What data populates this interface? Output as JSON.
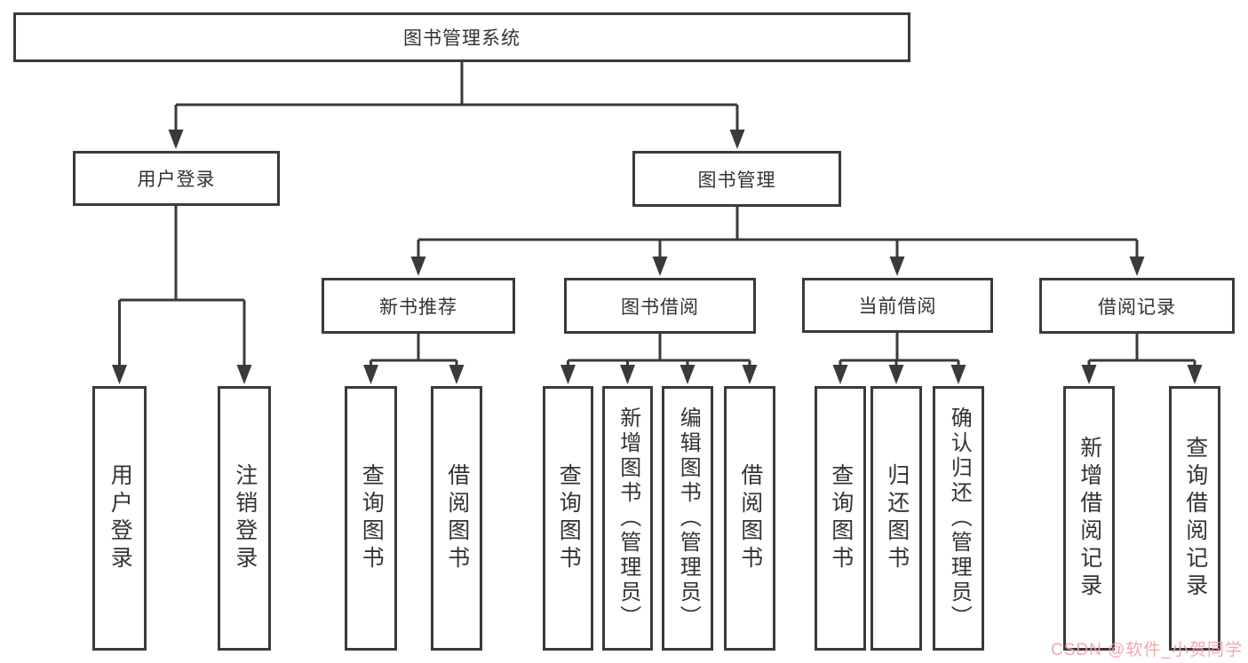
{
  "colors": {
    "line": "#3a3a3a",
    "box_border": "#3a3a3a",
    "text": "#333333",
    "background": "#ffffff",
    "watermark": "#f0a0a5"
  },
  "watermark": {
    "text": "CSDN @软件_小贺同学"
  },
  "tree": {
    "label": "图书管理系统",
    "children": [
      {
        "label": "用户登录",
        "children": [
          {
            "label": "用户登录"
          },
          {
            "label": "注销登录"
          }
        ]
      },
      {
        "label": "图书管理",
        "children": [
          {
            "label": "新书推荐",
            "children": [
              {
                "label": "查询图书"
              },
              {
                "label": "借阅图书"
              }
            ]
          },
          {
            "label": "图书借阅",
            "children": [
              {
                "label": "查询图书"
              },
              {
                "label": "新增图书（管理员）"
              },
              {
                "label": "编辑图书（管理员）"
              },
              {
                "label": "借阅图书"
              }
            ]
          },
          {
            "label": "当前借阅",
            "children": [
              {
                "label": "查询图书"
              },
              {
                "label": "归还图书"
              },
              {
                "label": "确认归还（管理员）"
              }
            ]
          },
          {
            "label": "借阅记录",
            "children": [
              {
                "label": "新增借阅记录"
              },
              {
                "label": "查询借阅记录"
              }
            ]
          }
        ]
      }
    ]
  }
}
